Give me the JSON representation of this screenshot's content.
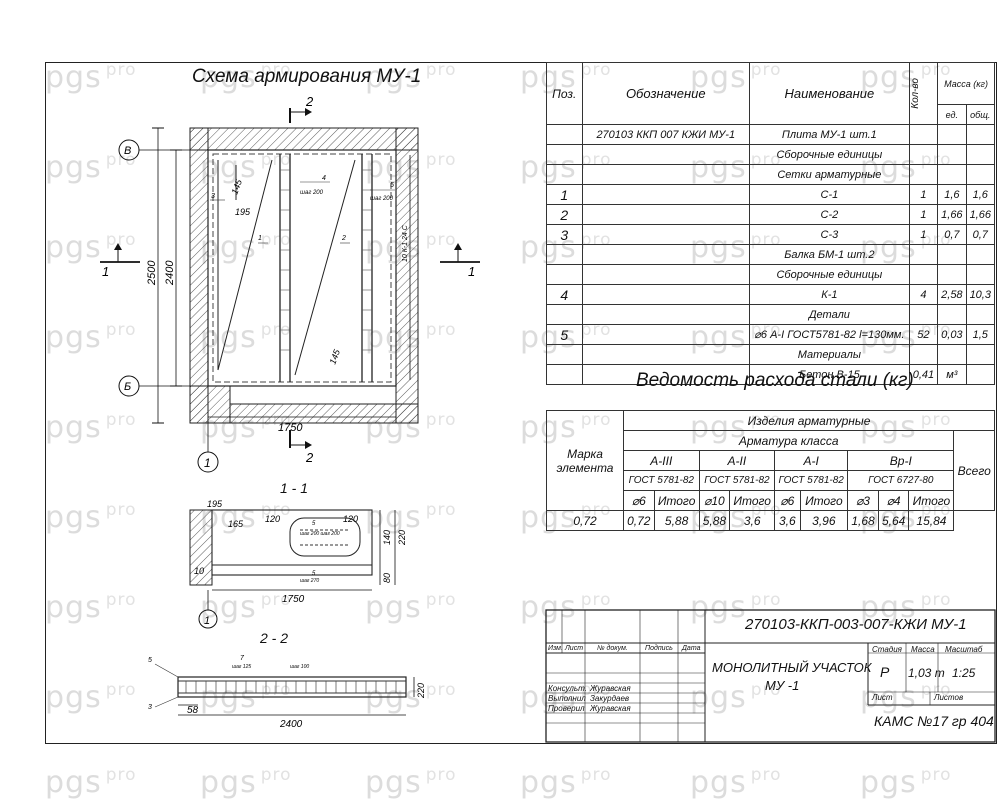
{
  "watermark": {
    "brand": "pgs",
    "suffix": "pro"
  },
  "drawing": {
    "plan_title": "Схема армирования МУ-1",
    "section_1_title": "1 - 1",
    "section_2_title": "2 - 2",
    "axis_marks": {
      "v": "В",
      "b": "Б",
      "one": "1"
    },
    "cut_labels": {
      "two": "2",
      "one": "1"
    },
    "plan_dims": {
      "height_outer": "2500",
      "height_inner": "2400",
      "width": "1750",
      "d145a": "145",
      "d195": "195",
      "d145b": "145",
      "reinf_vert": "10 К-1 24 С"
    },
    "plan_callouts": {
      "c1": "1",
      "c2": "2",
      "c3": "3",
      "c4": "4",
      "c5": "5",
      "step200": "шаг 200",
      "step200b": "шаг 200"
    },
    "section1_dims": {
      "d195": "195",
      "d165": "165",
      "d120a": "120",
      "d120b": "120",
      "d1750": "1750",
      "d10": "10",
      "d140": "140",
      "d220": "220",
      "d80": "80",
      "d5a": "5",
      "d5b": "5",
      "step270": "шаг 270",
      "step200": "шаг 200 шаг 200"
    },
    "section2_dims": {
      "d5": "5",
      "d3": "3",
      "d7": "7",
      "d58": "58",
      "d2400": "2400",
      "d220": "220",
      "step": "шаг 125",
      "step2": "шаг 100"
    }
  },
  "spec_table": {
    "headers": {
      "pos": "Поз.",
      "designation": "Обозначение",
      "name": "Наименование",
      "qty": "Кол-во",
      "mass": "Масса (кг)",
      "unit": "ед.",
      "total": "общ."
    },
    "rows": [
      {
        "pos": "",
        "designation": "270103 ККП 007 КЖИ МУ-1",
        "name": "Плита МУ-1 шт.1",
        "qty": "",
        "unit": "",
        "total": ""
      },
      {
        "pos": "",
        "designation": "",
        "name": "Сборочные единицы",
        "qty": "",
        "unit": "",
        "total": ""
      },
      {
        "pos": "",
        "designation": "",
        "name": "Сетки арматурные",
        "qty": "",
        "unit": "",
        "total": ""
      },
      {
        "pos": "1",
        "designation": "",
        "name": "С-1",
        "qty": "1",
        "unit": "1,6",
        "total": "1,6"
      },
      {
        "pos": "2",
        "designation": "",
        "name": "С-2",
        "qty": "1",
        "unit": "1,66",
        "total": "1,66"
      },
      {
        "pos": "3",
        "designation": "",
        "name": "С-3",
        "qty": "1",
        "unit": "0,7",
        "total": "0,7"
      },
      {
        "pos": "",
        "designation": "",
        "name": "Балка БМ-1 шт.2",
        "qty": "",
        "unit": "",
        "total": ""
      },
      {
        "pos": "",
        "designation": "",
        "name": "Сборочные единицы",
        "qty": "",
        "unit": "",
        "total": ""
      },
      {
        "pos": "4",
        "designation": "",
        "name": "К-1",
        "qty": "4",
        "unit": "2,58",
        "total": "10,3"
      },
      {
        "pos": "",
        "designation": "",
        "name": "Детали",
        "qty": "",
        "unit": "",
        "total": ""
      },
      {
        "pos": "5",
        "designation": "",
        "name": "⌀6 А-I ГОСТ5781-82 l=130мм.",
        "qty": "52",
        "unit": "0,03",
        "total": "1,5"
      },
      {
        "pos": "",
        "designation": "",
        "name": "Материалы",
        "qty": "",
        "unit": "",
        "total": ""
      },
      {
        "pos": "",
        "designation": "",
        "name": "Бетон В-15",
        "qty": "0,41",
        "unit": "м³",
        "total": ""
      }
    ]
  },
  "steel_title": "Ведомость расхода стали (кг)",
  "steel_table": {
    "mark_label": "Марка элемента",
    "products": "Изделия арматурные",
    "rebar_class": "Арматура класса",
    "total_label": "Всего",
    "classes": [
      {
        "name": "A-III",
        "gost": "ГОСТ 5781-82"
      },
      {
        "name": "A-II",
        "gost": "ГОСТ 5781-82"
      },
      {
        "name": "A-I",
        "gost": "ГОСТ 5781-82"
      },
      {
        "name": "Вр-I",
        "gost": "ГОСТ 6727-80"
      }
    ],
    "subcols": [
      "⌀6",
      "Итого",
      "⌀10",
      "Итого",
      "⌀6",
      "Итого",
      "⌀3",
      "⌀4",
      "Итого"
    ],
    "values": [
      "0,72",
      "0,72",
      "5,88",
      "5,88",
      "3,6",
      "3,6",
      "3,96",
      "1,68",
      "5,64",
      "15,84"
    ]
  },
  "title_block": {
    "code": "270103-ККП-003-007-КЖИ МУ-1",
    "name_line1": "МОНОЛИТНЫЙ УЧАСТОК",
    "name_line2": "МУ -1",
    "stage_label": "Стадия",
    "mass_label": "Масса",
    "scale_label": "Масштаб",
    "stage": "Р",
    "mass": "1,03 т",
    "scale": "1:25",
    "sheet_label": "Лист",
    "sheets_label": "Листов",
    "org": "КАМС №17 гр 404",
    "col_izm": "Изм.",
    "col_list": "Лист",
    "col_doc": "№ докум.",
    "col_sign": "Подпись",
    "col_date": "Дата",
    "roles": [
      {
        "role": "Консульт.",
        "person": "Журавская"
      },
      {
        "role": "Выполнил",
        "person": "Закурдаев"
      },
      {
        "role": "Проверил",
        "person": "Журавская"
      }
    ]
  }
}
